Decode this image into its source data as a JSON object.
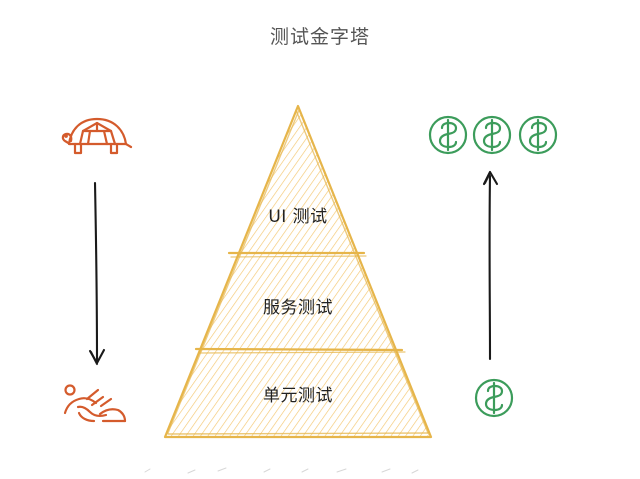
{
  "title": "测试金字塔",
  "layers": [
    {
      "id": "ui",
      "label": "UI 测试"
    },
    {
      "id": "service",
      "label": "服务测试"
    },
    {
      "id": "unit",
      "label": "单元测试"
    }
  ],
  "icons": {
    "left_top": "turtle-icon",
    "left_bottom": "runner-icon",
    "right_top": "triple-dollar-icon",
    "right_bottom": "dollar-icon"
  },
  "colors": {
    "pyramid_stroke": "#E6B54A",
    "pyramid_hatch": "#F3C469",
    "turtle": "#D45B2C",
    "runner": "#D45B2C",
    "dollar": "#3C9C5B",
    "arrow": "#1A1A1A",
    "title": "#555555"
  }
}
